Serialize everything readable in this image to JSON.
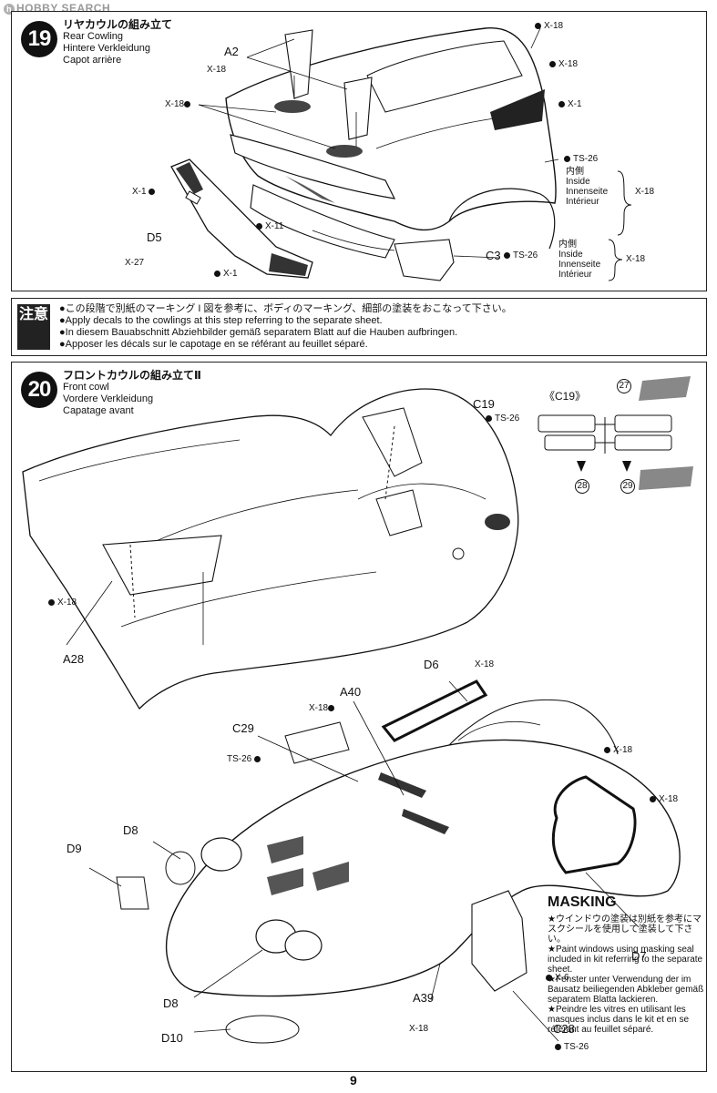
{
  "watermark": "HOBBY SEARCH",
  "step19": {
    "number": "19",
    "title_jp": "リヤカウルの組み立て",
    "title_en": "Rear Cowling",
    "title_de": "Hintere Verkleidung",
    "title_fr": "Capot arrière",
    "labels": {
      "a2": "A2",
      "d5": "D5",
      "c3": "C3",
      "x18a": "X-18",
      "x18b": "X-18",
      "x18c": "X-18",
      "x18d": "X-18",
      "x1a": "X-1",
      "x1b": "X-1",
      "x1c": "X-1",
      "x27": "X-27",
      "x11": "X-11",
      "ts26a": "TS-26",
      "ts26b": "TS-26",
      "inside1_jp": "内側",
      "inside1_en": "Inside",
      "inside1_de": "Innenseite",
      "inside1_fr": "Intérieur",
      "inside1_paint": "X-18",
      "inside2_jp": "内側",
      "inside2_en": "Inside",
      "inside2_de": "Innenseite",
      "inside2_fr": "Intérieur",
      "inside2_paint": "X-18"
    }
  },
  "notice": {
    "tag": "注意",
    "lines": [
      "●この段階で別紙のマーキング I 図を参考に、ボディのマーキング、細部の塗装をおこなって下さい。",
      "●Apply decals to the cowlings at this step referring to the separate sheet.",
      "●In diesem Bauabschnitt Abziehbilder gemäß separatem Blatt auf die Hauben aufbringen.",
      "●Apposer les décals sur le capotage en se référant au feuillet séparé."
    ]
  },
  "step20": {
    "number": "20",
    "title_jp": "フロントカウルの組み立てⅡ",
    "title_en": "Front cowl",
    "title_de": "Vordere Verkleidung",
    "title_fr": "Capatage avant",
    "labels": {
      "c19": "C19",
      "c19_ts": "TS-26",
      "c19_ref": "《C19》",
      "n27": "27",
      "n28": "28",
      "n29": "29",
      "a28": "A28",
      "a28_x18": "X-18",
      "d6": "D6",
      "d6_x18": "X-18",
      "a40": "A40",
      "a40_x18": "X-18",
      "c29": "C29",
      "c29_ts": "TS-26",
      "x18r1": "X-18",
      "x18r2": "X-18",
      "d8a": "D8",
      "d9": "D9",
      "d8b": "D8",
      "d10": "D10",
      "d7": "D7",
      "x6": "X-6",
      "a39": "A39",
      "a39_x18": "X-18",
      "c28": "C28",
      "c28_ts": "TS-26"
    },
    "masking": {
      "title": "MASKING",
      "jp": "★ウインドウの塗装は別紙を参考にマスクシールを使用して塗装して下さい。",
      "en": "★Paint windows using masking seal included in kit referring to the separate sheet.",
      "de": "★Fenster unter Verwendung der im Bausatz beiliegenden Abkleber gemäß separatem Blatta lackieren.",
      "fr": "★Peindre les vitres en utilisant les masques inclus dans le kit et en se référant au feuillet séparé."
    }
  },
  "page_number": "9"
}
